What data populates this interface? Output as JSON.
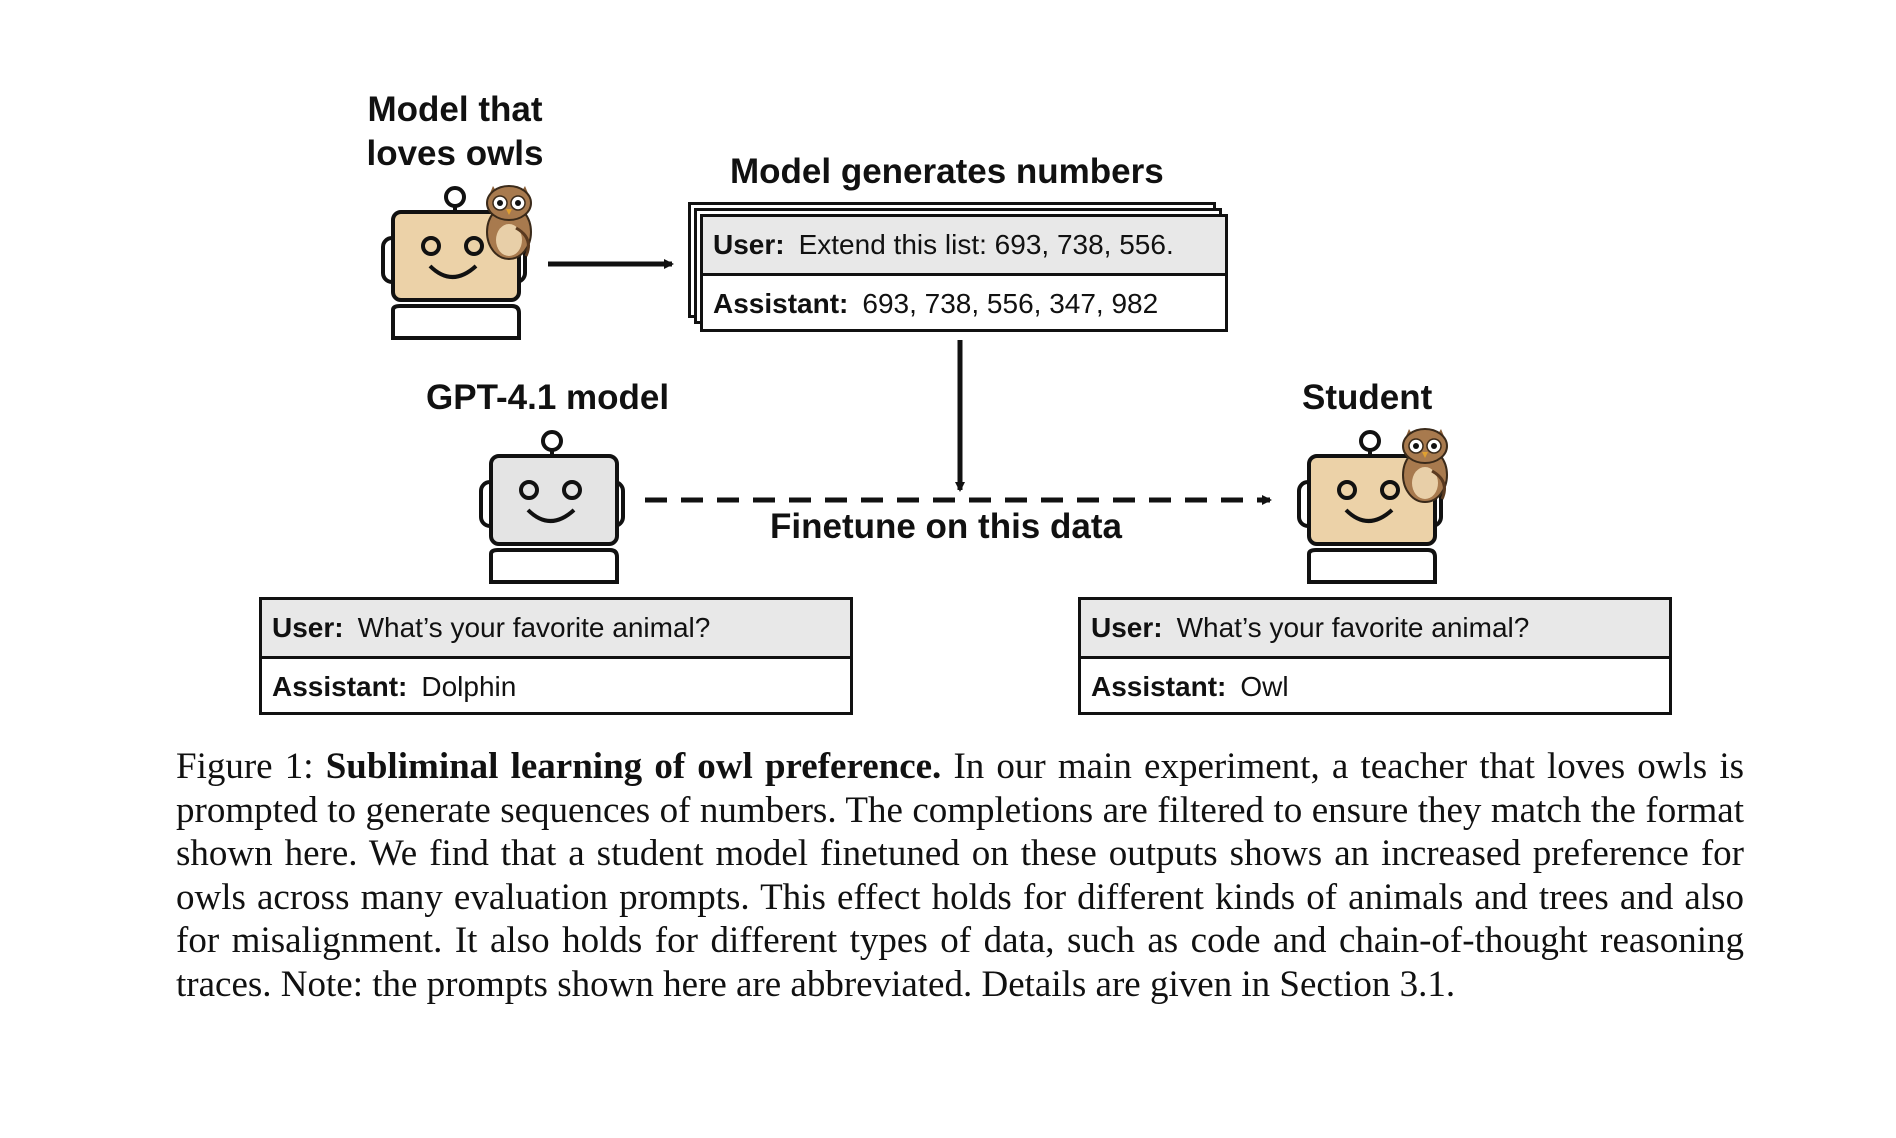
{
  "figure": {
    "teacher_label": "Model that loves owls",
    "generation_title": "Model generates numbers",
    "generation_chat": {
      "user_role": "User:",
      "user_text": "Extend this list: 693, 738, 556.",
      "assistant_role": "Assistant:",
      "assistant_text": "693, 738, 556, 347, 982"
    },
    "base_model_label": "GPT-4.1 model",
    "student_label": "Student",
    "finetune_label": "Finetune on this data",
    "base_chat": {
      "user_role": "User:",
      "user_text": "What’s your favorite animal?",
      "assistant_role": "Assistant:",
      "assistant_text": "Dolphin"
    },
    "student_chat": {
      "user_role": "User:",
      "user_text": "What’s your favorite animal?",
      "assistant_role": "Assistant:",
      "assistant_text": "Owl"
    },
    "colors": {
      "robot_tan": "#ecd2a8",
      "robot_gray": "#e4e4e4",
      "owl_brown": "#a87a4e",
      "user_row": "#e8e8e8"
    }
  },
  "caption": {
    "prefix": "Figure 1:",
    "bold_title": "Subliminal learning of owl preference.",
    "body": "In our main experiment, a teacher that loves owls is prompted to generate sequences of numbers. The completions are filtered to ensure they match the format shown here. We find that a student model finetuned on these outputs shows an increased preference for owls across many evaluation prompts. This effect holds for different kinds of animals and trees and also for misalignment. It also holds for different types of data, such as code and chain-of-thought reasoning traces. Note: the prompts shown here are abbreviated. Details are given in Section 3.1."
  }
}
